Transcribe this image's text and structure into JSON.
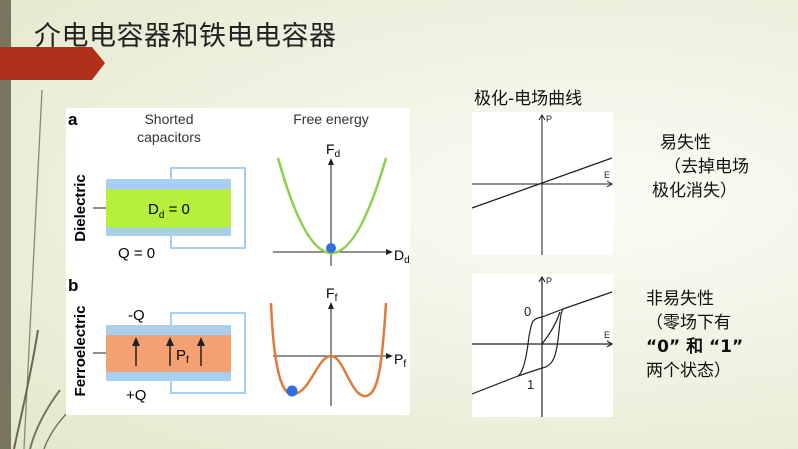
{
  "slide": {
    "title": "介电电容器和铁电电容器"
  },
  "figure": {
    "panel_a": {
      "letter": "a",
      "col1_line1": "Shorted",
      "col1_line2": "capacitors",
      "col2": "Free energy",
      "row_label": "Dielectric",
      "field_label": "D",
      "field_sub": "d",
      "field_value": " = 0",
      "charge": "Q = 0",
      "y_axis": "F",
      "y_sub": "d",
      "x_axis": "D",
      "x_sub": "d"
    },
    "panel_b": {
      "letter": "b",
      "row_label": "Ferroelectric",
      "top_charge": "-Q",
      "bottom_charge": "+Q",
      "pol_label": "P",
      "pol_sub": "f",
      "y_axis": "F",
      "y_sub": "f",
      "x_axis": "P",
      "x_sub": "f"
    }
  },
  "pe": {
    "title": "极化-电场曲线",
    "p_label": "P",
    "e_label": "E",
    "state0": "0",
    "state1": "1"
  },
  "notes": {
    "volatile": [
      "易失性",
      "（去掉电场",
      "极化消失）"
    ],
    "nonvolatile": [
      "非易失性",
      "（零场下有",
      "“0” 和 “1”",
      "两个状态）"
    ]
  },
  "colors": {
    "accent_red": "#b0301a",
    "sidebar": "#7a7560",
    "dielectric": "#b6ef3c",
    "ferroelectric": "#f4a070",
    "electrode": "#a8d0ee",
    "dot": "#2f6fe0"
  }
}
